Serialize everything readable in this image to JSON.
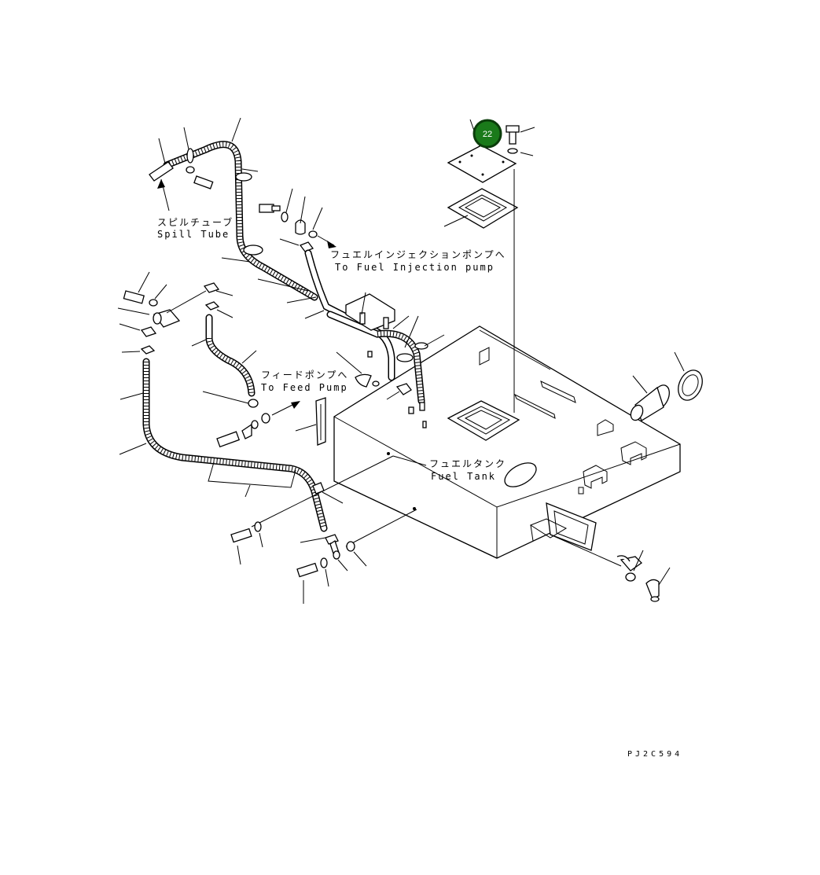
{
  "labels": {
    "spill_tube_jp": "スピルチューブ",
    "spill_tube_en": "Spill Tube",
    "injection_pump_jp": "フュエルインジェクションポンプへ",
    "injection_pump_en": "To Fuel Injection pump",
    "feed_pump_jp": "フィードポンプへ",
    "feed_pump_en": "To Feed Pump",
    "fuel_tank_jp": "フュエルタンク",
    "fuel_tank_en": "Fuel Tank"
  },
  "callout": {
    "number": "22",
    "color": "#1a7a1a",
    "ring_color": "#0b3d0b"
  },
  "drawing_code": "PJ2C594"
}
